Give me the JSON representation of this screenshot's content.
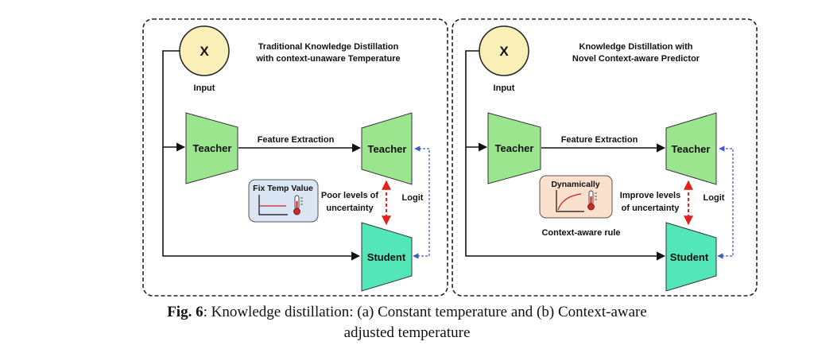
{
  "panel_a": {
    "input_symbol": "X",
    "input_label": "Input",
    "title_line1": "Traditional Knowledge Distillation",
    "title_line2": "with context-unaware Temperature",
    "teacher_left_label": "Teacher",
    "feature_extraction_label": "Feature Extraction",
    "teacher_right_label": "Teacher",
    "student_label": "Student",
    "logit_label": "Logit",
    "temp_box_label": "Fix Temp Value",
    "uncertainty_line1": "Poor levels of",
    "uncertainty_line2": "uncertainty"
  },
  "panel_b": {
    "input_symbol": "X",
    "input_label": "Input",
    "title_line1": "Knowledge Distillation with",
    "title_line2": "Novel Context-aware Predictor",
    "teacher_left_label": "Teacher",
    "feature_extraction_label": "Feature Extraction",
    "teacher_right_label": "Teacher",
    "student_label": "Student",
    "logit_label": "Logit",
    "temp_box_label": "Dynamically",
    "uncertainty_line1": "Improve levels",
    "uncertainty_line2": "of  uncertainty",
    "rule_label": "Context-aware rule"
  },
  "caption": {
    "fig_label": "Fig. 6",
    "line1": ": Knowledge distillation: (a) Constant temperature and (b) Context-aware",
    "line2": "adjusted temperature"
  },
  "colors": {
    "teacher_fill": "#9be58f",
    "student_fill": "#52e6b8",
    "input_fill": "#fbefb8",
    "fix_temp_fill": "#dbe6f4",
    "dynamic_fill": "#fbe0cd",
    "red_arrow": "#e3201b",
    "blue_arrow": "#3a5bbf"
  }
}
